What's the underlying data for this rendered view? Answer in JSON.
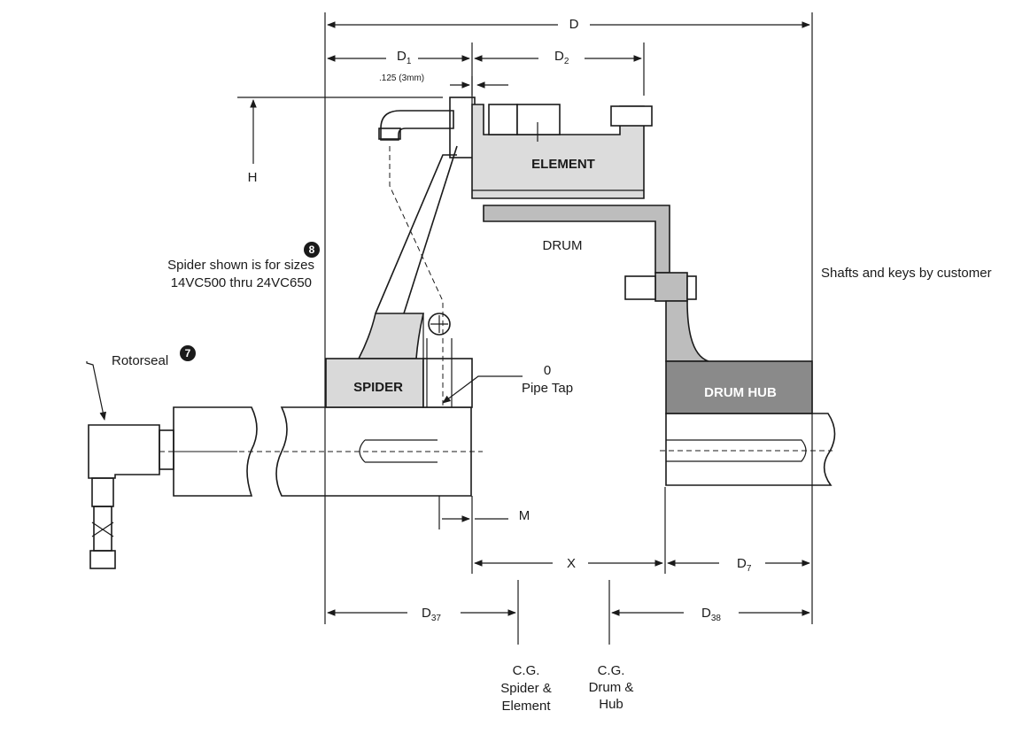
{
  "dimensions": {
    "d": "D",
    "d1_main": "D",
    "d1_sub": "1",
    "d2_main": "D",
    "d2_sub": "2",
    "clearance": ".125 (3mm)",
    "h": "H",
    "m": "M",
    "x": "X",
    "d7_main": "D",
    "d7_sub": "7",
    "d37_main": "D",
    "d37_sub": "37",
    "d38_main": "D",
    "d38_sub": "38"
  },
  "parts": {
    "element": "ELEMENT",
    "drum": "DRUM",
    "spider": "SPIDER",
    "drum_hub": "DRUM HUB"
  },
  "notes": {
    "badge8": "8",
    "spider_note_line1": "Spider shown is for sizes",
    "spider_note_line2": "14VC500 thru 24VC650",
    "rotorseal": "Rotorseal",
    "badge7": "7",
    "pipe_tap_line1": "0",
    "pipe_tap_line2": "Pipe Tap",
    "shafts": "Shafts and keys by customer",
    "cg1_line1": "C.G.",
    "cg1_line2": "Spider &",
    "cg1_line3": "Element",
    "cg2_line1": "C.G.",
    "cg2_line2": "Drum &",
    "cg2_line3": "Hub"
  },
  "colors": {
    "element_fill": "#dcdcdc",
    "spider_fill": "#d9d9d9",
    "drum_fill": "#bdbdbd",
    "drum_hub_fill": "#8a8a8a",
    "ink": "#1a1a1a"
  }
}
